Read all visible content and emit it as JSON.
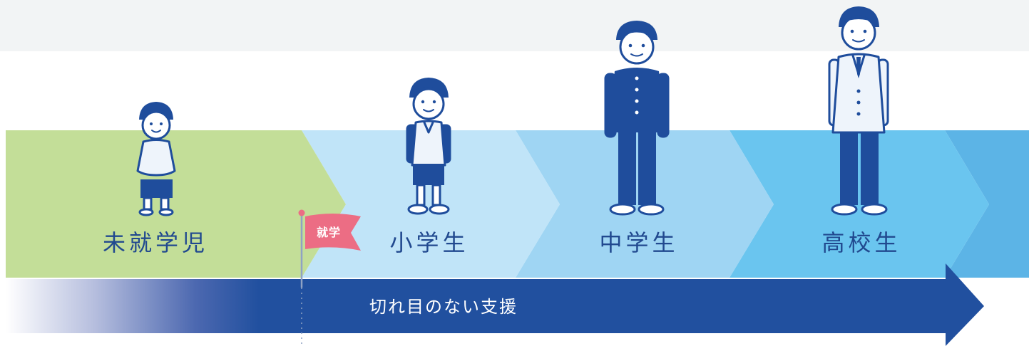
{
  "stages": [
    {
      "label": "未就学児",
      "color": "#c3de98",
      "figure": "preschool-child-figure"
    },
    {
      "label": "小学生",
      "color": "#c0e4f8",
      "figure": "elementary-student-figure"
    },
    {
      "label": "中学生",
      "color": "#9fd5f3",
      "figure": "junior-high-student-figure"
    },
    {
      "label": "高校生",
      "color": "#6ac5ef",
      "figure": "high-school-student-figure"
    }
  ],
  "flag": {
    "label": "就学",
    "color": "#ec6d84"
  },
  "support_arrow": {
    "label": "切れ目のない支援",
    "color": "#21509f"
  },
  "colors": {
    "top_band": "#f2f4f5",
    "stage_text": "#21498f",
    "figure_navy": "#1f4d9c",
    "figure_light": "#eef4fb"
  }
}
